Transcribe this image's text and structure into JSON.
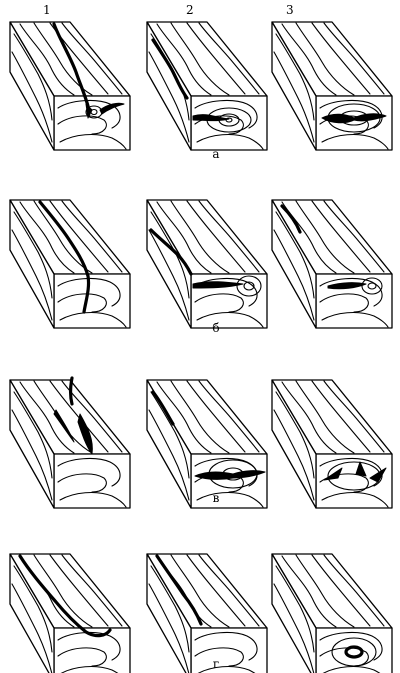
{
  "columns": [
    "1",
    "2",
    "3"
  ],
  "rows": [
    "а",
    "б",
    "в",
    "г"
  ]
}
